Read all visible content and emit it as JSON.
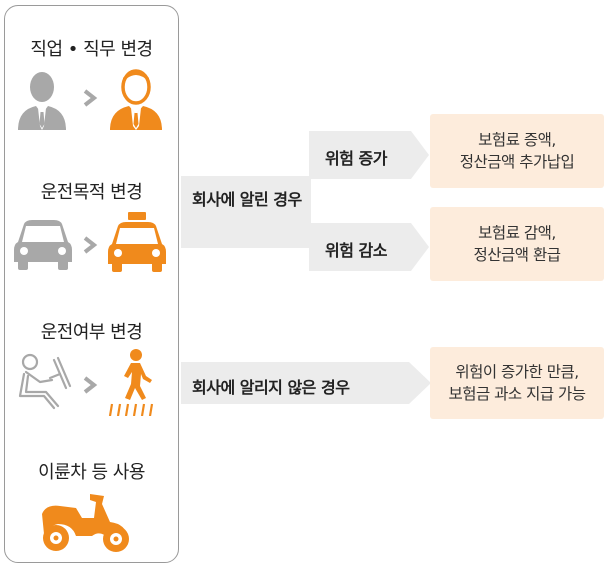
{
  "categories": [
    {
      "label": "직업 • 직무 변경",
      "icons": [
        "person-gray-icon",
        "chevron-right-icon",
        "person-orange-icon"
      ]
    },
    {
      "label": "운전목적 변경",
      "icons": [
        "car-gray-icon",
        "chevron-right-icon",
        "taxi-orange-icon"
      ]
    },
    {
      "label": "운전여부 변경",
      "icons": [
        "driver-outline-icon",
        "chevron-right-icon",
        "pedestrian-orange-icon"
      ]
    },
    {
      "label": "이륜차 등 사용",
      "icons": [
        "scooter-orange-icon"
      ]
    }
  ],
  "branches": {
    "notified": {
      "label": "회사에 알린 경우",
      "increase": {
        "label": "위험 증가",
        "result_line1": "보험료 증액,",
        "result_line2": "정산금액 추가납입"
      },
      "decrease": {
        "label": "위험 감소",
        "result_line1": "보험료 감액,",
        "result_line2": "정산금액 환급"
      }
    },
    "not_notified": {
      "label": "회사에 알리지 않은 경우",
      "result_line1": "위험이 증가한 만큼,",
      "result_line2": "보험금 과소 지급 가능"
    }
  },
  "colors": {
    "accent": "#f08a1c",
    "gray": "#a8a8a8",
    "band": "#ececec",
    "result_bg": "#fdecdc"
  }
}
